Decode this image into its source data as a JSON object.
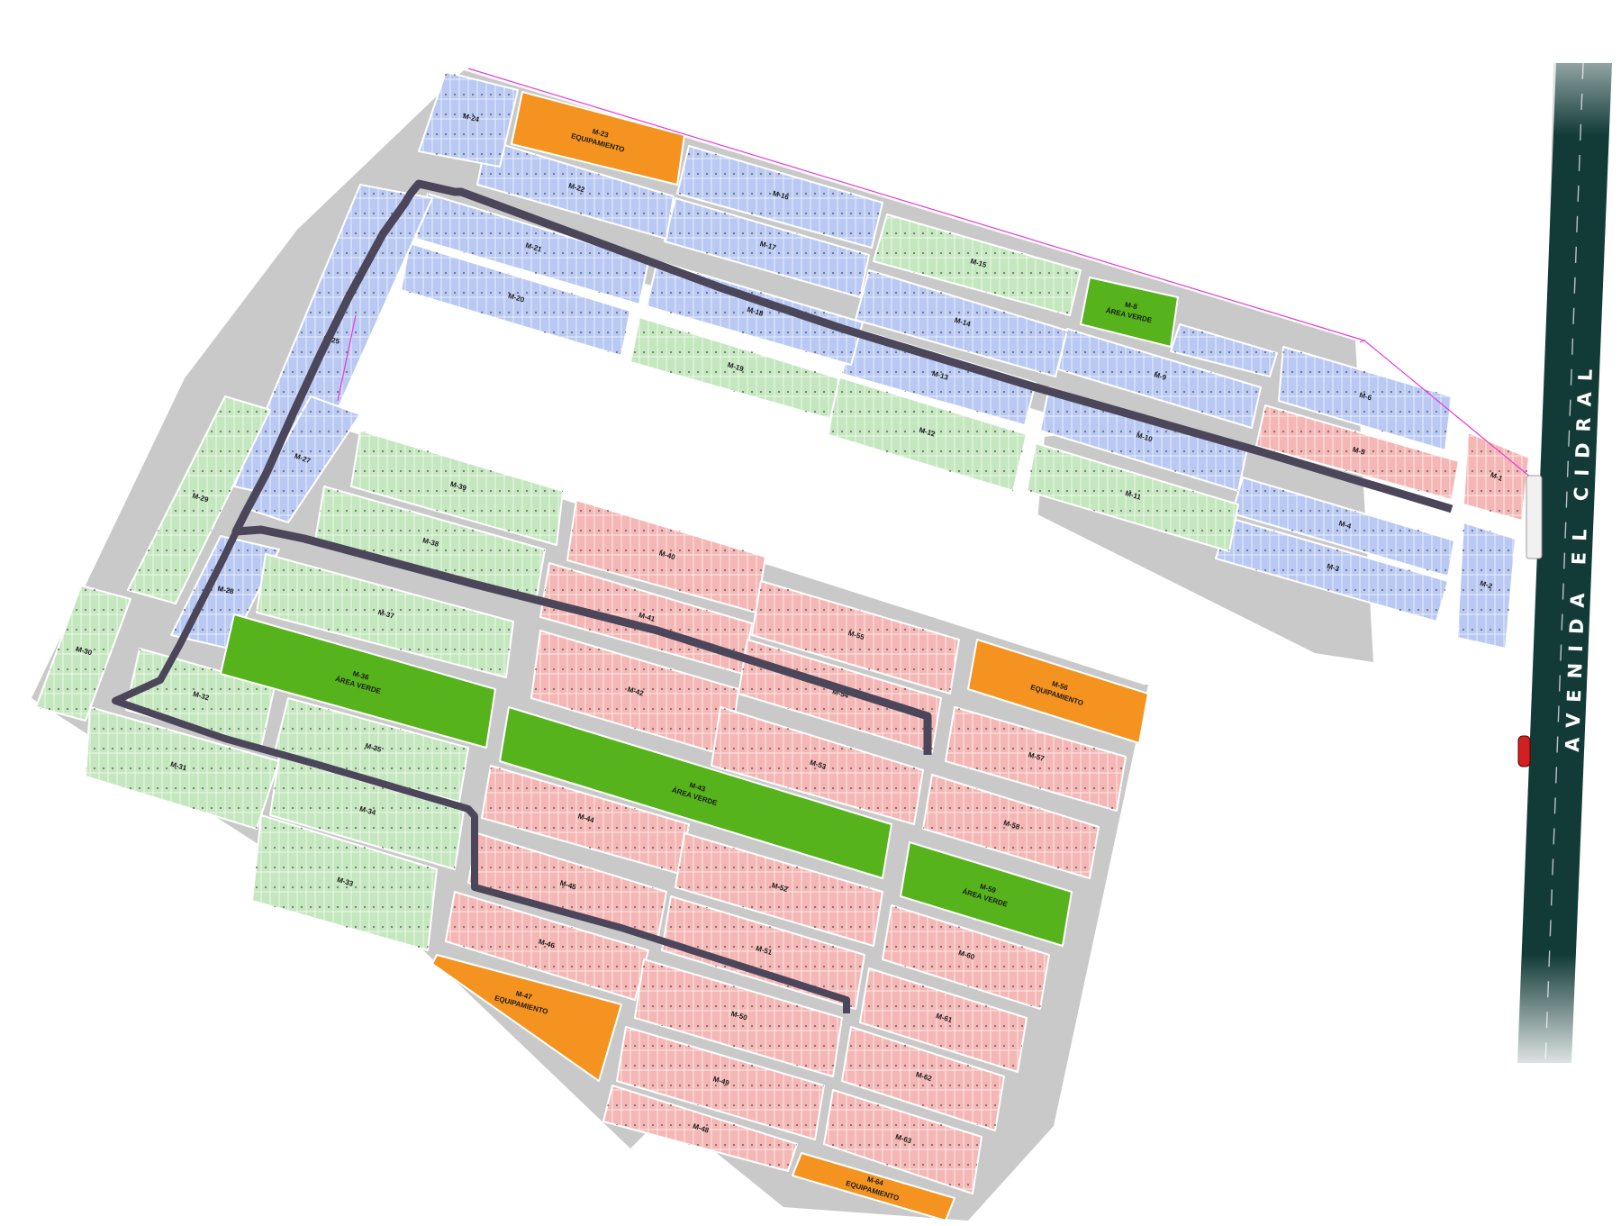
{
  "colors": {
    "available": "#b9c9f3",
    "reserved": "#c5e7bf",
    "sold": "#f5b7b5",
    "green_area": "#56b31b",
    "equipment": "#f4931f",
    "street": "#c9c9c9",
    "main_road": "#4b4659",
    "avenue": "#123b38",
    "boundary": "#e83ad6"
  },
  "avenue": {
    "name": "AVENIDA EL CIDRAL"
  },
  "blocks": [
    {
      "id": "M-1",
      "status": "sold",
      "label": "M-1"
    },
    {
      "id": "M-2",
      "status": "available",
      "label": "M-2"
    },
    {
      "id": "M-3",
      "status": "available",
      "label": "M-3"
    },
    {
      "id": "M-4",
      "status": "available",
      "label": "M-4"
    },
    {
      "id": "M-5",
      "status": "sold",
      "label": "M-5"
    },
    {
      "id": "M-6",
      "status": "available",
      "label": "M-6"
    },
    {
      "id": "M-7",
      "status": "available",
      "label": ""
    },
    {
      "id": "M-8",
      "status": "green_area",
      "label": "M-8",
      "sublabel": "ÁREA VERDE"
    },
    {
      "id": "M-9",
      "status": "available",
      "label": "M-9"
    },
    {
      "id": "M-10",
      "status": "available",
      "label": "M-10"
    },
    {
      "id": "M-11",
      "status": "reserved",
      "label": "M-11"
    },
    {
      "id": "M-12",
      "status": "reserved",
      "label": "M-12"
    },
    {
      "id": "M-13",
      "status": "available",
      "label": "M-13"
    },
    {
      "id": "M-14",
      "status": "available",
      "label": "M-14"
    },
    {
      "id": "M-15",
      "status": "reserved",
      "label": "M-15"
    },
    {
      "id": "M-16",
      "status": "available",
      "label": "M-16"
    },
    {
      "id": "M-17",
      "status": "available",
      "label": "M-17"
    },
    {
      "id": "M-18",
      "status": "available",
      "label": "M-18"
    },
    {
      "id": "M-19",
      "status": "reserved",
      "label": "M-19"
    },
    {
      "id": "M-20",
      "status": "available",
      "label": "M-20"
    },
    {
      "id": "M-21",
      "status": "available",
      "label": "M-21"
    },
    {
      "id": "M-22",
      "status": "available",
      "label": "M-22"
    },
    {
      "id": "M-23",
      "status": "equipment",
      "label": "M-23",
      "sublabel": "EQUIPAMIENTO"
    },
    {
      "id": "M-24",
      "status": "available",
      "label": "M-24"
    },
    {
      "id": "M-25",
      "status": "available",
      "label": "M-25"
    },
    {
      "id": "M-27",
      "status": "available",
      "label": "M-27"
    },
    {
      "id": "M-28",
      "status": "available",
      "label": "M-28"
    },
    {
      "id": "M-29",
      "status": "reserved",
      "label": "M-29"
    },
    {
      "id": "M-30",
      "status": "reserved",
      "label": "M-30"
    },
    {
      "id": "M-31",
      "status": "reserved",
      "label": "M-31"
    },
    {
      "id": "M-32",
      "status": "reserved",
      "label": "M-32"
    },
    {
      "id": "M-33",
      "status": "reserved",
      "label": "M-33"
    },
    {
      "id": "M-34",
      "status": "reserved",
      "label": "M-34"
    },
    {
      "id": "M-35",
      "status": "reserved",
      "label": "M-35"
    },
    {
      "id": "M-36",
      "status": "green_area",
      "label": "M-36",
      "sublabel": "ÁREA VERDE"
    },
    {
      "id": "M-37",
      "status": "reserved",
      "label": "M-37"
    },
    {
      "id": "M-38",
      "status": "reserved",
      "label": "M-38"
    },
    {
      "id": "M-39",
      "status": "reserved",
      "label": "M-39"
    },
    {
      "id": "M-40",
      "status": "sold",
      "label": "M-40"
    },
    {
      "id": "M-41",
      "status": "sold",
      "label": "M-41"
    },
    {
      "id": "M-42",
      "status": "sold",
      "label": "M-42"
    },
    {
      "id": "M-43",
      "status": "green_area",
      "label": "M-43",
      "sublabel": "ÁREA VERDE"
    },
    {
      "id": "M-44",
      "status": "sold",
      "label": "M-44"
    },
    {
      "id": "M-45",
      "status": "sold",
      "label": "M-45"
    },
    {
      "id": "M-46",
      "status": "sold",
      "label": "M-46"
    },
    {
      "id": "M-47",
      "status": "equipment",
      "label": "M-47",
      "sublabel": "EQUIPAMIENTO"
    },
    {
      "id": "M-48",
      "status": "sold",
      "label": "M-48"
    },
    {
      "id": "M-49",
      "status": "sold",
      "label": "M-49"
    },
    {
      "id": "M-50",
      "status": "sold",
      "label": "M-50"
    },
    {
      "id": "M-51",
      "status": "sold",
      "label": "M-51"
    },
    {
      "id": "M-52",
      "status": "sold",
      "label": "M-52"
    },
    {
      "id": "M-53",
      "status": "sold",
      "label": "M-53"
    },
    {
      "id": "M-54",
      "status": "sold",
      "label": "M-54"
    },
    {
      "id": "M-55",
      "status": "sold",
      "label": "M-55"
    },
    {
      "id": "M-56",
      "status": "equipment",
      "label": "M-56",
      "sublabel": "EQUIPAMIENTO"
    },
    {
      "id": "M-57",
      "status": "sold",
      "label": "M-57"
    },
    {
      "id": "M-58",
      "status": "sold",
      "label": "M-58"
    },
    {
      "id": "M-59",
      "status": "green_area",
      "label": "M-59",
      "sublabel": "ÁREA VERDE"
    },
    {
      "id": "M-60",
      "status": "sold",
      "label": "M-60"
    },
    {
      "id": "M-61",
      "status": "sold",
      "label": "M-61"
    },
    {
      "id": "M-62",
      "status": "sold",
      "label": "M-62"
    },
    {
      "id": "M-63",
      "status": "sold",
      "label": "M-63"
    },
    {
      "id": "M-64",
      "status": "equipment",
      "label": "M-64",
      "sublabel": "EQUIPAMIENTO"
    }
  ]
}
